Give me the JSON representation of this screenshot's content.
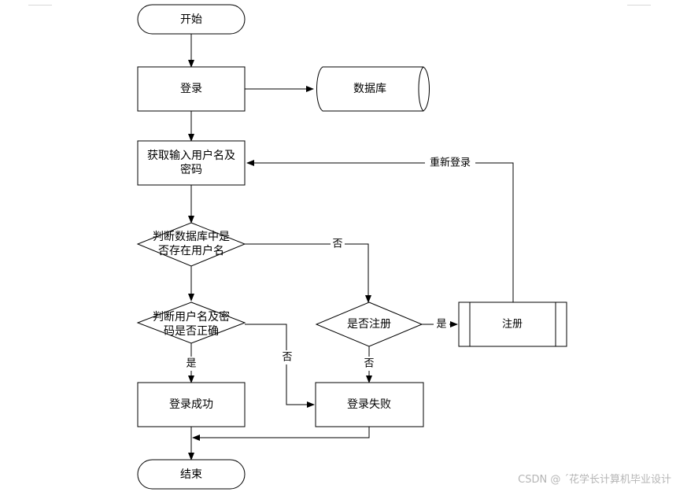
{
  "nodes": {
    "start": {
      "label": "开始"
    },
    "login": {
      "label": "登录"
    },
    "database": {
      "label": "数据库"
    },
    "get_input": {
      "line1": "获取输入用户名及",
      "line2": "密码"
    },
    "check_user_exists": {
      "line1": "判断数据库中是",
      "line2": "否存在用户名"
    },
    "check_password": {
      "line1": "判断用户名及密",
      "line2": "码是否正确"
    },
    "ask_register": {
      "label": "是否注册"
    },
    "register": {
      "label": "注册"
    },
    "login_success": {
      "label": "登录成功"
    },
    "login_fail": {
      "label": "登录失败"
    },
    "end": {
      "label": "结束"
    }
  },
  "edges": {
    "user_not_exist": "否",
    "password_correct": "是",
    "password_wrong": "否",
    "register_yes": "是",
    "register_no": "否",
    "relogin": "重新登录"
  },
  "watermark": "CSDN @ ´花学长计算机毕业设计"
}
